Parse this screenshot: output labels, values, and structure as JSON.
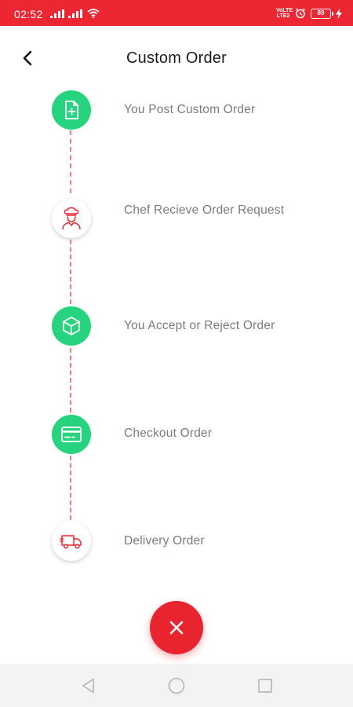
{
  "status_bar": {
    "time": "02:52",
    "volte_line1": "VoLTE",
    "volte_line2": "LTE2",
    "battery_level": "89"
  },
  "header": {
    "title": "Custom Order"
  },
  "steps": [
    {
      "label": "You Post Custom Order",
      "icon": "document-plus-icon",
      "style": "green"
    },
    {
      "label": "Chef Recieve Order Request",
      "icon": "chef-icon",
      "style": "white"
    },
    {
      "label": "You Accept or Reject Order",
      "icon": "box-icon",
      "style": "green"
    },
    {
      "label": "Checkout Order",
      "icon": "credit-card-icon",
      "style": "green"
    },
    {
      "label": "Delivery Order",
      "icon": "delivery-truck-icon",
      "style": "white"
    }
  ],
  "colors": {
    "status_bar": "#ec2733",
    "accent_red": "#e8252f",
    "step_green": "#27d37f",
    "dash": "#f07f84",
    "label_gray": "#7b7b7b"
  }
}
